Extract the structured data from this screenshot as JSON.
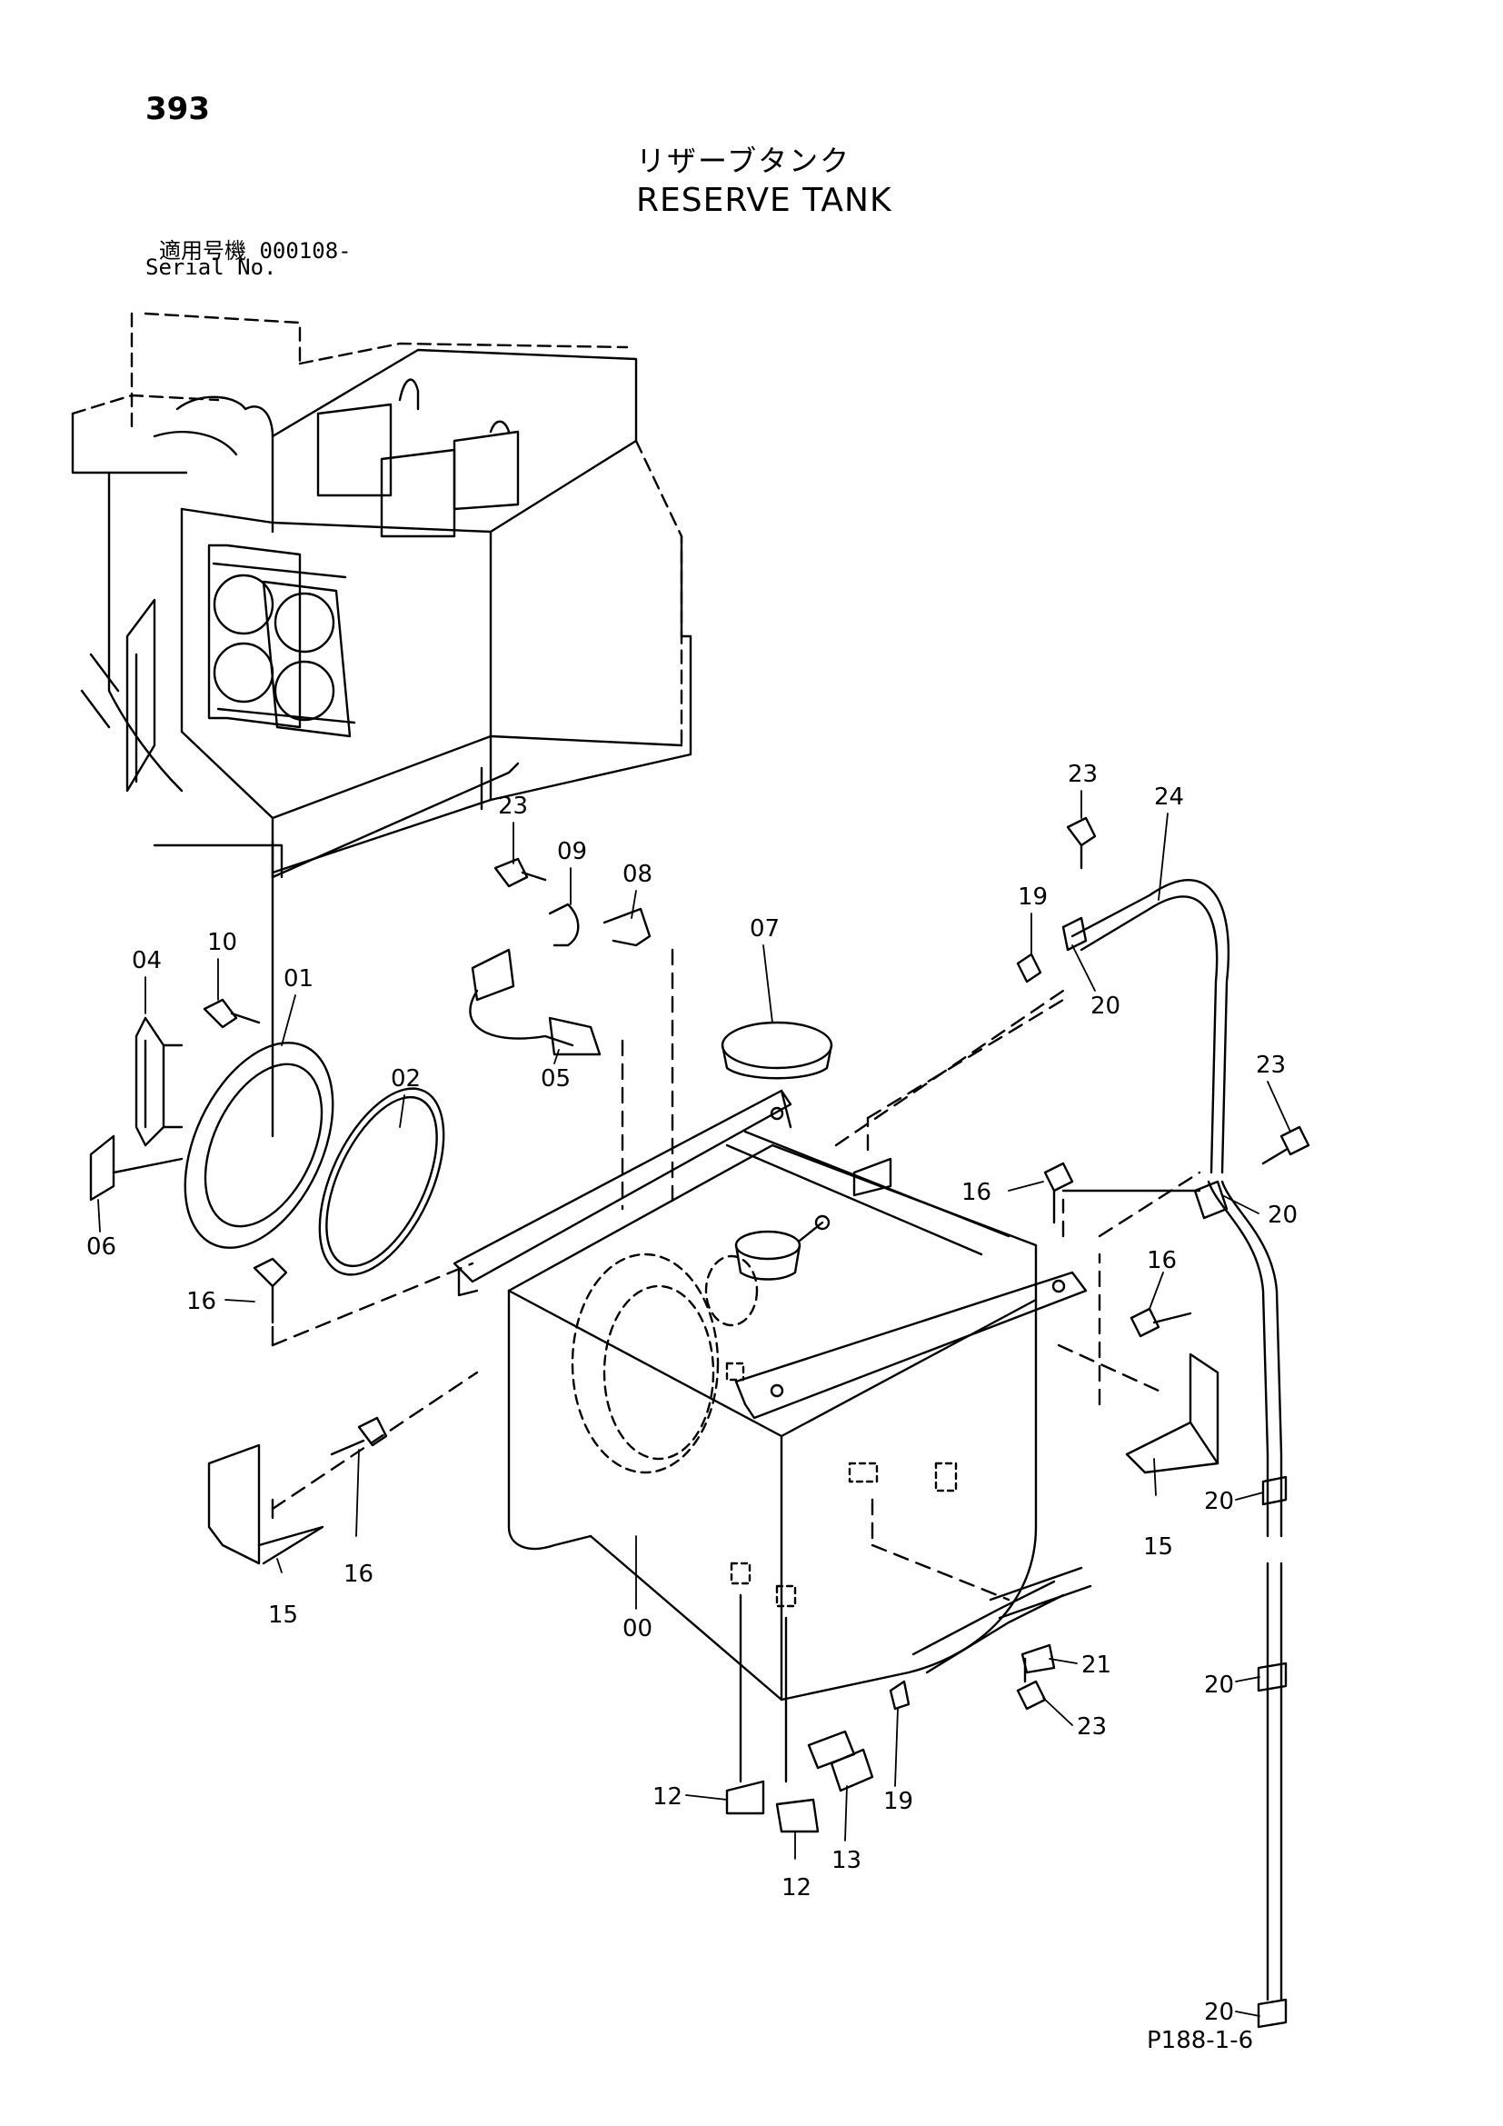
{
  "header": {
    "page_number": "393",
    "title_jp": "リザーブタンク",
    "title_en": "RESERVE TANK",
    "serial_label_jp": "適用号機 000108-",
    "serial_label_en": "Serial No."
  },
  "footer": {
    "page_ref": "P188-1-6"
  },
  "callouts": [
    "23",
    "09",
    "08",
    "07",
    "19",
    "23",
    "24",
    "04",
    "10",
    "01",
    "02",
    "05",
    "20",
    "23",
    "06",
    "16",
    "20",
    "16",
    "16",
    "15",
    "16",
    "15",
    "00",
    "21",
    "23",
    "20",
    "12",
    "19",
    "12",
    "13",
    "20",
    "20"
  ]
}
